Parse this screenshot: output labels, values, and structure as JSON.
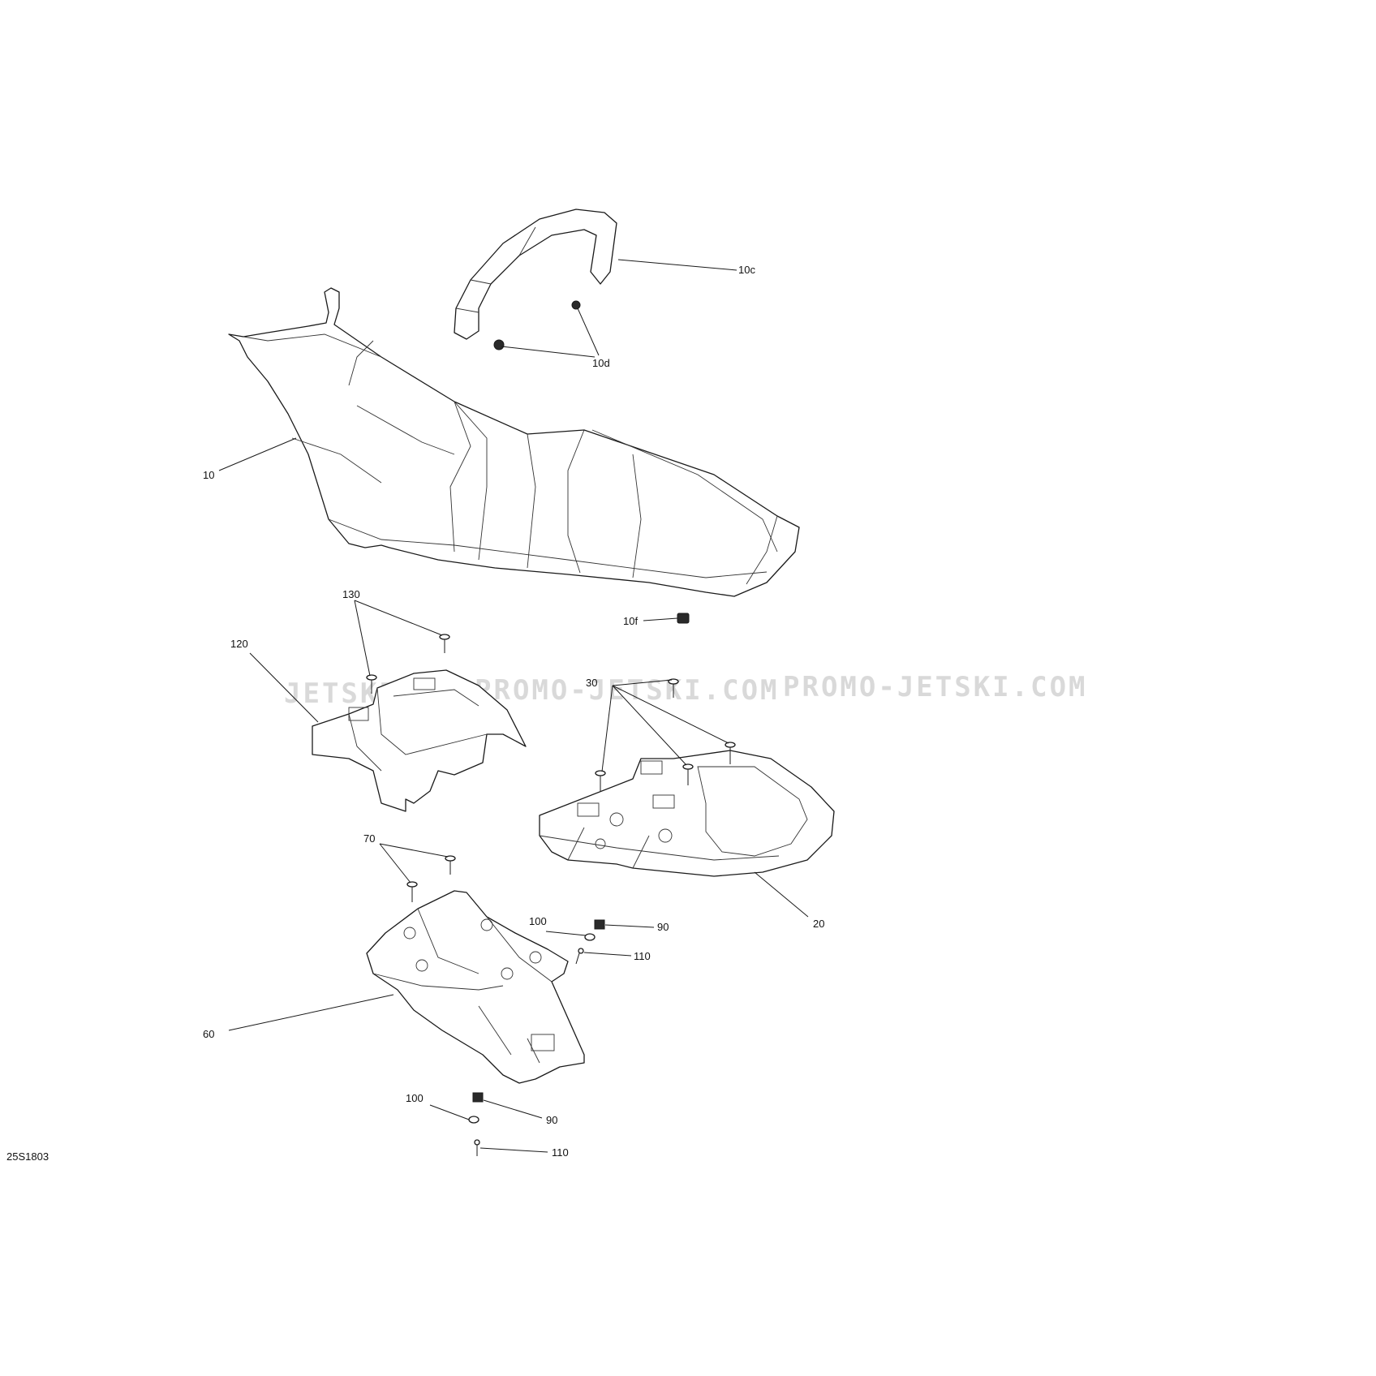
{
  "diagram": {
    "figure_code": "25S1803",
    "watermarks": [
      "JETSKI.COM",
      "PROMO-JETSKI.COM",
      "PROMO-JETSKI.COM"
    ],
    "callouts": {
      "c10c": "10c",
      "c10d": "10d",
      "c10": "10",
      "c10f": "10f",
      "c130": "130",
      "c120": "120",
      "c30": "30",
      "c70": "70",
      "c100a": "100",
      "c90a": "90",
      "c110a": "110",
      "c20": "20",
      "c60": "60",
      "c100b": "100",
      "c90b": "90",
      "c110b": "110"
    }
  }
}
